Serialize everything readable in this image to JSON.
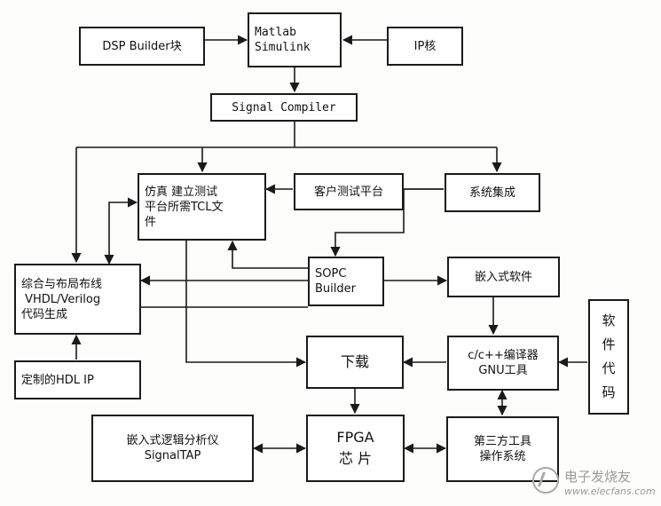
{
  "nodes": {
    "dsp_builder": "DSP Builder块",
    "matlab": [
      "Matlab",
      "Simulink"
    ],
    "ip_core": "IP核",
    "signal_compiler": "Signal Compiler",
    "simulation": [
      "仿真 建立测试",
      "平台所需TCL文",
      "件"
    ],
    "client_test": "客户测试平台",
    "system_integration": "系统集成",
    "synthesis": [
      "综合与布局布线",
      " VHDL/Verilog",
      "代码生成"
    ],
    "sopc": [
      "SOPC",
      "Builder"
    ],
    "embedded_sw": "嵌入式软件",
    "custom_hdl": "定制的HDL IP",
    "download": "下载",
    "compiler": [
      "c/c++编译器",
      "GNU工具"
    ],
    "software_code": [
      "软",
      "件",
      "代",
      "码"
    ],
    "logic_analyzer": [
      "嵌入式逻辑分析仪",
      "SignalTAP"
    ],
    "fpga": [
      "FPGA",
      "芯 片"
    ],
    "third_party": [
      "第三方工具",
      "操作系统"
    ]
  },
  "watermark": {
    "text": "电子发烧友",
    "url": "www.elecfans.com"
  }
}
